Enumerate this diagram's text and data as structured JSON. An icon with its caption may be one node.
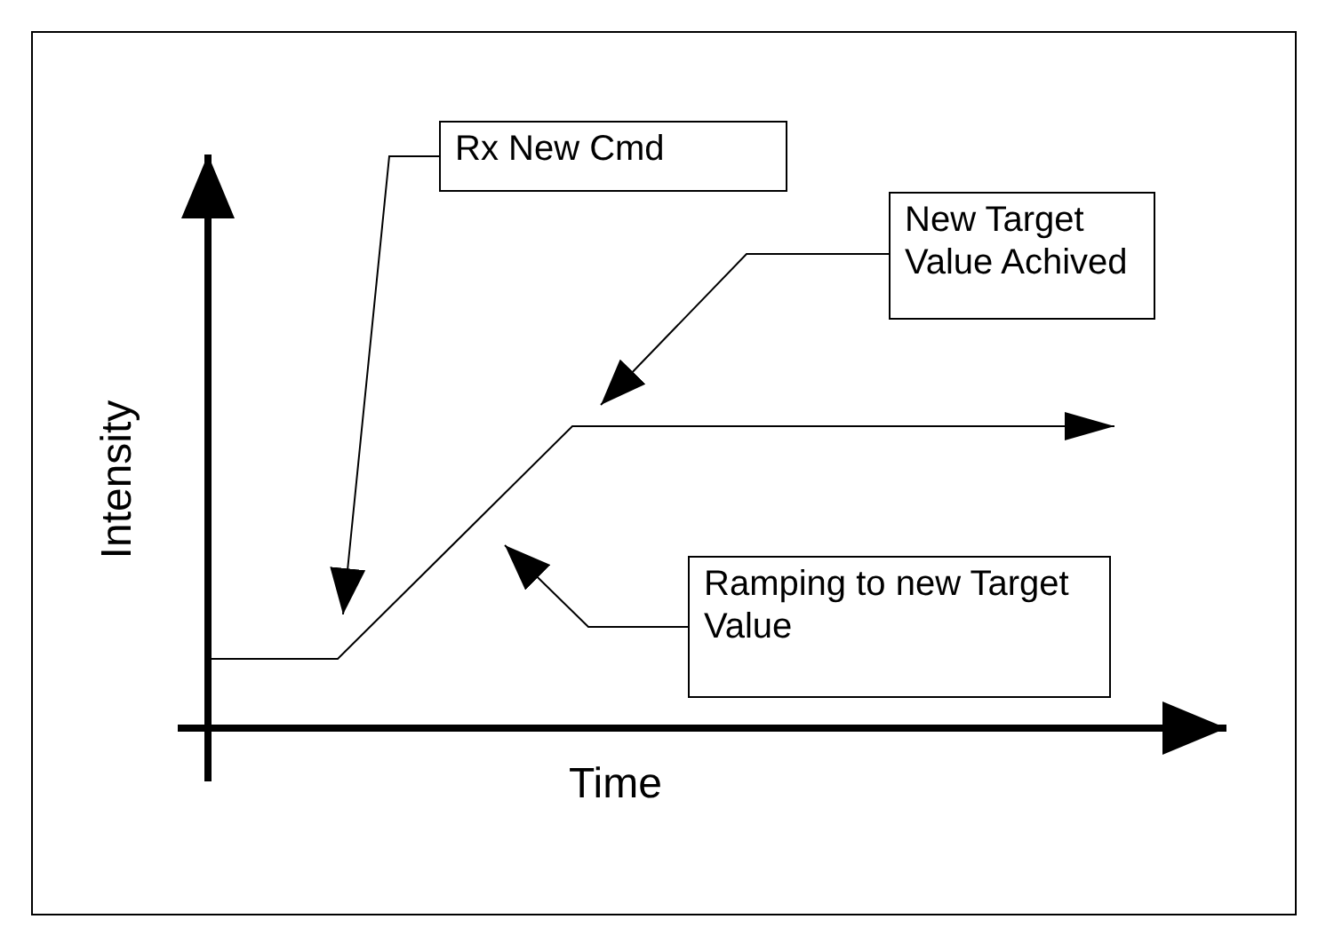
{
  "diagram": {
    "nodes": [
      {
        "text": [
          "Rx New Cmd"
        ]
      },
      {
        "text": [
          "New Target Value Achived"
        ]
      },
      {
        "text": [
          "Ramping to new Target Value"
        ]
      }
    ],
    "edges": [
      {
        "from": 0,
        "to": null,
        "arrow": "to"
      },
      {
        "from": 1,
        "to": null,
        "arrow": "to"
      },
      {
        "from": 2,
        "to": null,
        "arrow": "to"
      }
    ],
    "labels": [
      "Intensity",
      "Time"
    ]
  }
}
